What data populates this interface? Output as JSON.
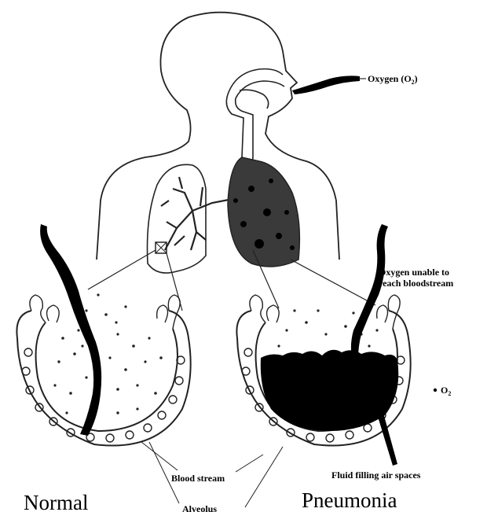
{
  "labels": {
    "oxygen_main": "Oxygen (O",
    "oxygen_sub": "2",
    "oxygen_close": ")",
    "oxygen_unable_line1": "Oxygen unable to",
    "oxygen_unable_line2": "reach bloodstream",
    "o2_legend_main": "O",
    "o2_legend_sub": "2",
    "blood_stream": "Blood stream",
    "alveolus": "Alveolus",
    "fluid": "Fluid filling air spaces",
    "normal": "Normal",
    "pneumonia": "Pneumonia"
  }
}
